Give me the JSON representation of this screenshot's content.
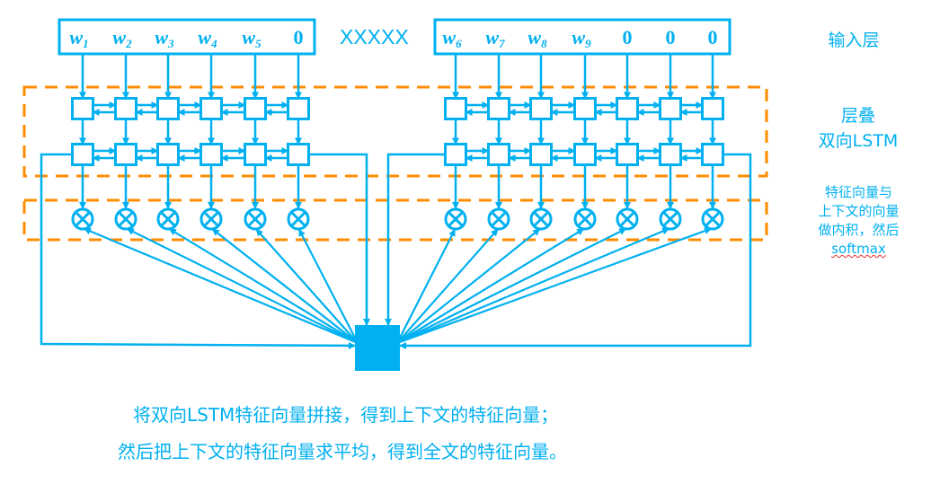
{
  "diagram": {
    "left_sequence": {
      "tokens": [
        {
          "base": "w",
          "sub": "1"
        },
        {
          "base": "w",
          "sub": "2"
        },
        {
          "base": "w",
          "sub": "3"
        },
        {
          "base": "w",
          "sub": "4"
        },
        {
          "base": "w",
          "sub": "5"
        },
        {
          "base": "0",
          "sub": ""
        }
      ]
    },
    "separator_text": "XXXXX",
    "right_sequence": {
      "tokens": [
        {
          "base": "w",
          "sub": "6"
        },
        {
          "base": "w",
          "sub": "7"
        },
        {
          "base": "w",
          "sub": "8"
        },
        {
          "base": "w",
          "sub": "9"
        },
        {
          "base": "0",
          "sub": ""
        },
        {
          "base": "0",
          "sub": ""
        },
        {
          "base": "0",
          "sub": ""
        }
      ]
    },
    "lstm_layers": 2,
    "operator_symbol": "⊗",
    "colors": {
      "primary": "#00b0f0",
      "dashed_border": "#ff8c00",
      "aggregate_node": "#00b0f0"
    }
  },
  "side_labels": {
    "input_layer": "输入层",
    "stacked_line1": "层叠",
    "stacked_line2": "双向LSTM",
    "dot_line1": "特征向量与",
    "dot_line2": "上下文的向量",
    "dot_line3": "做内积，然后",
    "dot_line4": "softmax"
  },
  "caption": {
    "line1": "将双向LSTM特征向量拼接，得到上下文的特征向量；",
    "line2": "然后把上下文的特征向量求平均，得到全文的特征向量。"
  }
}
